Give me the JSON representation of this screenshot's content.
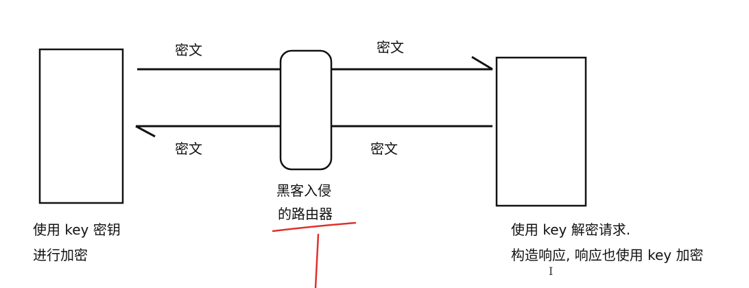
{
  "diagram": {
    "edge_labels": {
      "top_left": "密文",
      "top_right": "密文",
      "bottom_left": "密文",
      "bottom_right": "密文"
    },
    "router_label": {
      "line1": "黑客入侵",
      "line2": "的路由器"
    },
    "client_note": {
      "line1": "使用 key 密钥",
      "line2": "进行加密"
    },
    "server_note": {
      "line1": "使用 key 解密请求.",
      "line2": "构造响应, 响应也使用 key 加密"
    },
    "cursor_glyph": "I"
  },
  "colors": {
    "stroke": "#111111",
    "annotation": "#e0302a"
  }
}
